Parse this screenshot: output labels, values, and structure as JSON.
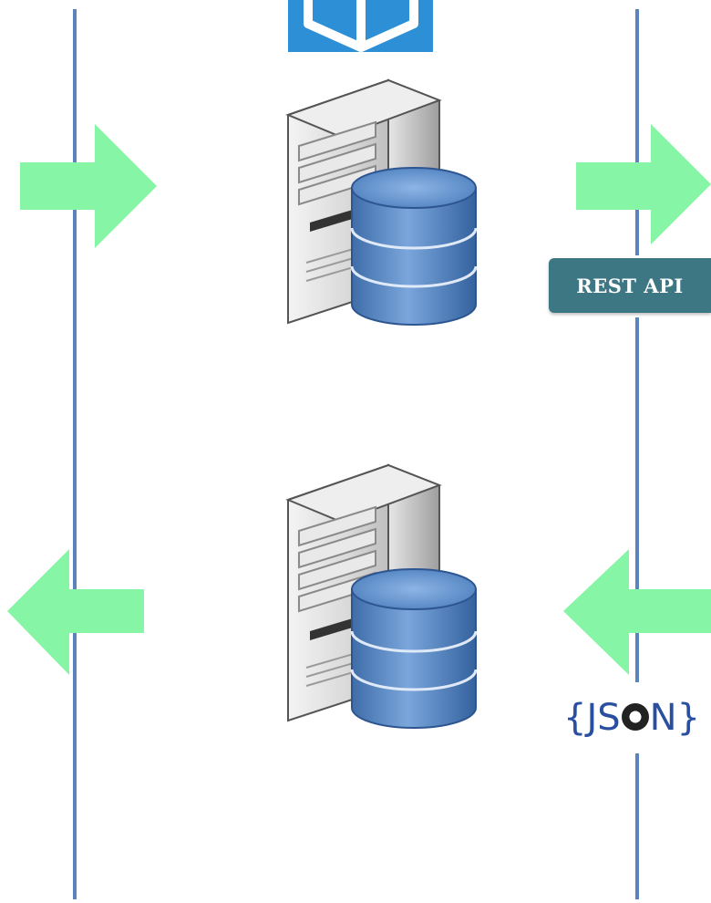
{
  "labels": {
    "rest_api": "REST API",
    "json_prefix": "{JS",
    "json_suffix": "N}"
  },
  "colors": {
    "lifeline": "#5b84bd",
    "arrow": "#86f5a6",
    "rest_badge": "#3d7784",
    "json_text": "#2a4fa0",
    "cloud_block": "#2d8fd6",
    "database": "#5e8ec9"
  },
  "icons": {
    "top": "cube-logo-icon",
    "server_top": "database-server-icon",
    "server_bottom": "database-server-icon"
  },
  "arrows": [
    {
      "name": "arrow-right-left-lane",
      "direction": "right"
    },
    {
      "name": "arrow-right-right-lane",
      "direction": "right"
    },
    {
      "name": "arrow-left-left-lane",
      "direction": "left"
    },
    {
      "name": "arrow-left-right-lane",
      "direction": "left"
    }
  ]
}
